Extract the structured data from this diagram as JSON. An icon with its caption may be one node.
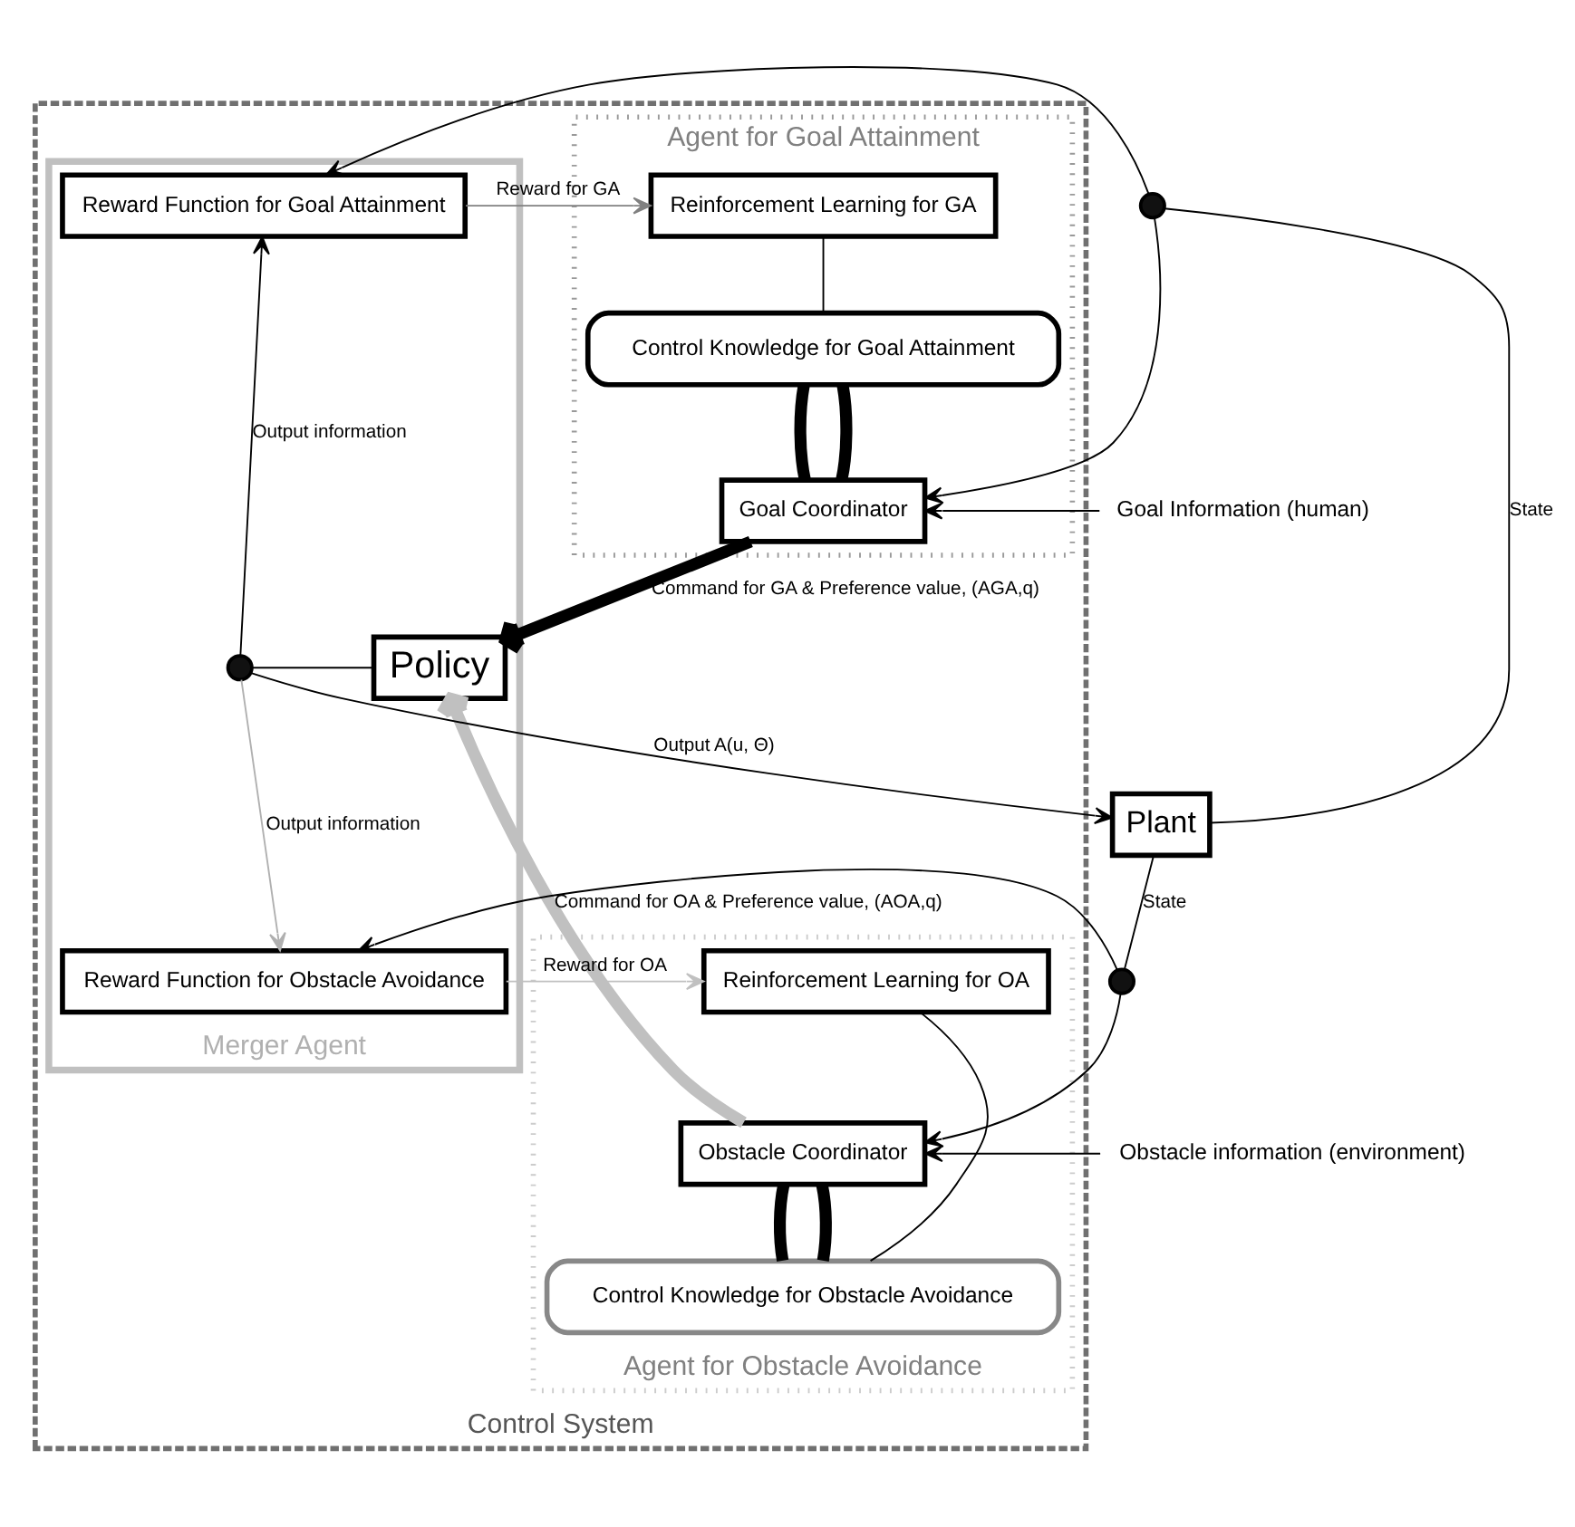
{
  "diagram": {
    "nodes": [
      {
        "text": [
          "Control System"
        ]
      },
      {
        "text": [
          "Agent for Goal Attainment"
        ],
        "in": 0
      },
      {
        "text": [
          "Agent for Obstacle Avoidance"
        ],
        "in": 0
      },
      {
        "text": [
          "Merger Agent"
        ],
        "in": 0
      },
      {
        "text": [
          "Reinforcement Learning for GA"
        ],
        "in": 1
      },
      {
        "text": [
          "Control Knowledge for Goal Attainment"
        ],
        "in": 1
      },
      {
        "text": [
          "Goal Coordinator"
        ],
        "in": 1
      },
      {
        "text": [
          "Obstacle Coordinator"
        ],
        "in": 2
      },
      {
        "text": [
          "Control Knowledge for Obstacle Avoidance"
        ],
        "in": 2
      },
      {
        "text": [
          "Reinforcement Learning for OA"
        ],
        "in": 2
      },
      {
        "text": [
          "Reward Function for Goal Attainment"
        ],
        "in": 3
      },
      {
        "text": [
          "Policy"
        ],
        "in": 3
      },
      {
        "text": [],
        "shape": "circle",
        "in": 3
      },
      {
        "text": [
          "Reward Function for Obstacle Avoidance"
        ],
        "in": 3
      },
      {
        "text": [
          "Plant"
        ]
      },
      {
        "text": [],
        "shape": "circle"
      },
      {
        "text": [],
        "shape": "circle"
      },
      {
        "text": [
          "Goal Information (human)"
        ]
      },
      {
        "text": [
          "Obstacle information (environment)"
        ]
      }
    ],
    "edges": [
      {
        "from": 17,
        "to": 6,
        "arrow": "to"
      },
      {
        "from": 18,
        "to": 7,
        "arrow": "to"
      },
      {
        "from": 4,
        "to": 5,
        "arrow": "none"
      },
      {
        "from": 5,
        "to": 6,
        "arrow": "none",
        "style": "thick"
      },
      {
        "from": 5,
        "to": 6,
        "arrow": "none",
        "style": "thick"
      },
      {
        "from": 7,
        "to": 8,
        "arrow": "none",
        "style": "thick"
      },
      {
        "from": 7,
        "to": 8,
        "arrow": "none",
        "style": "thick"
      },
      {
        "from": 8,
        "to": 9,
        "arrow": "none"
      },
      {
        "from": 10,
        "to": 4,
        "arrow": "to",
        "label": "Reward for GA",
        "color": "#808080"
      },
      {
        "from": 13,
        "to": 9,
        "arrow": "to",
        "label": "Reward for OA",
        "color": "#c0c0c0"
      },
      {
        "from": 6,
        "to": 11,
        "arrow": "to",
        "label": "Command for GA & Preference value, (AGA,q)",
        "style": "thick"
      },
      {
        "from": 7,
        "to": 11,
        "arrow": "to",
        "label": "Command for OA & Preference value, (AOA,q)",
        "style": "thick",
        "color": "#c0c0c0"
      },
      {
        "from": 11,
        "to": 12,
        "arrow": "none"
      },
      {
        "from": 12,
        "to": 14,
        "arrow": "to",
        "label": "Output A(u, Θ)"
      },
      {
        "from": 12,
        "to": 10,
        "arrow": "to",
        "label": "Output information"
      },
      {
        "from": 12,
        "to": 13,
        "arrow": "to",
        "label": "Output information",
        "color": "#b0b0b0"
      },
      {
        "from": 14,
        "to": 15,
        "arrow": "none",
        "label": "State"
      },
      {
        "from": 15,
        "to": 10,
        "arrow": "to"
      },
      {
        "from": 15,
        "to": 6,
        "arrow": "to"
      },
      {
        "from": 14,
        "to": 16,
        "arrow": "none",
        "label": "State"
      },
      {
        "from": 16,
        "to": 13,
        "arrow": "to"
      },
      {
        "from": 16,
        "to": 7,
        "arrow": "to"
      }
    ]
  }
}
